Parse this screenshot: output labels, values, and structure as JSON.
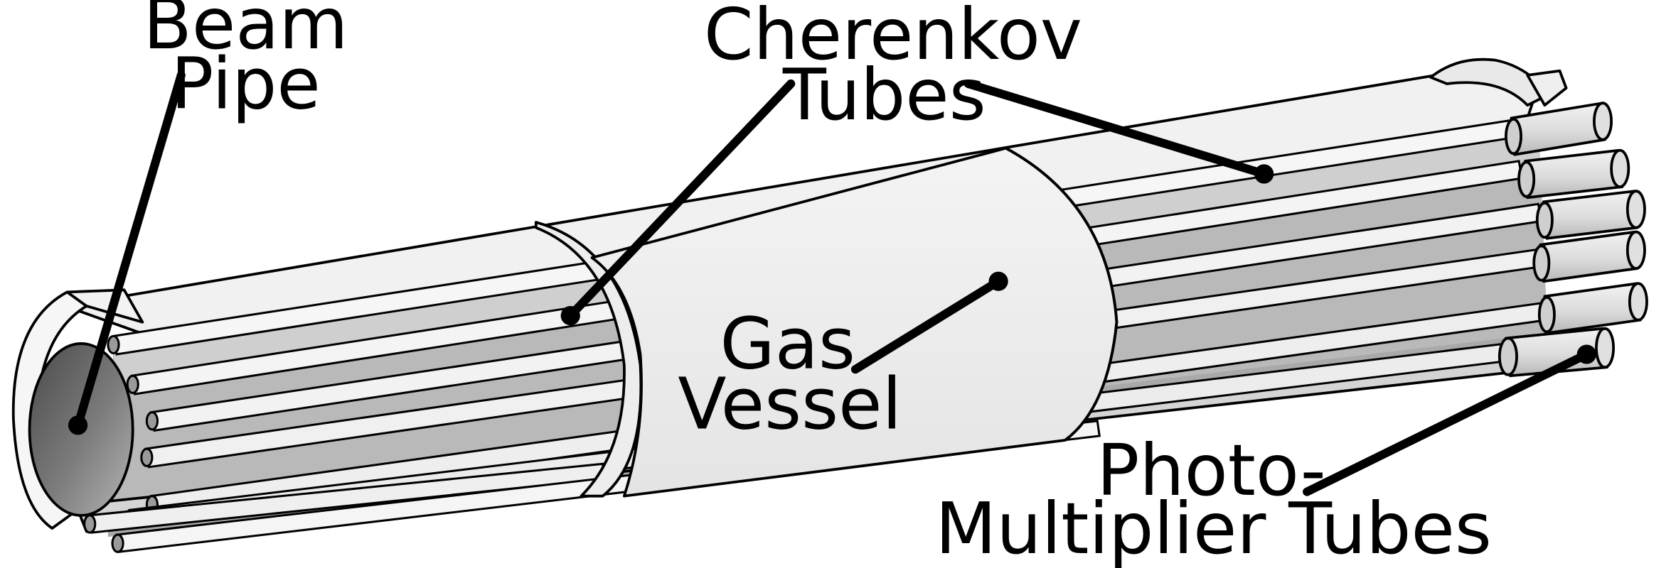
{
  "labels": {
    "beam_pipe": [
      "Beam",
      "Pipe"
    ],
    "cherenkov_tubes": [
      "Cherenkov",
      "Tubes"
    ],
    "gas_vessel": [
      "Gas",
      "Vessel"
    ],
    "photomultiplier_tubes": [
      "Photo-",
      "Multiplier Tubes"
    ]
  }
}
